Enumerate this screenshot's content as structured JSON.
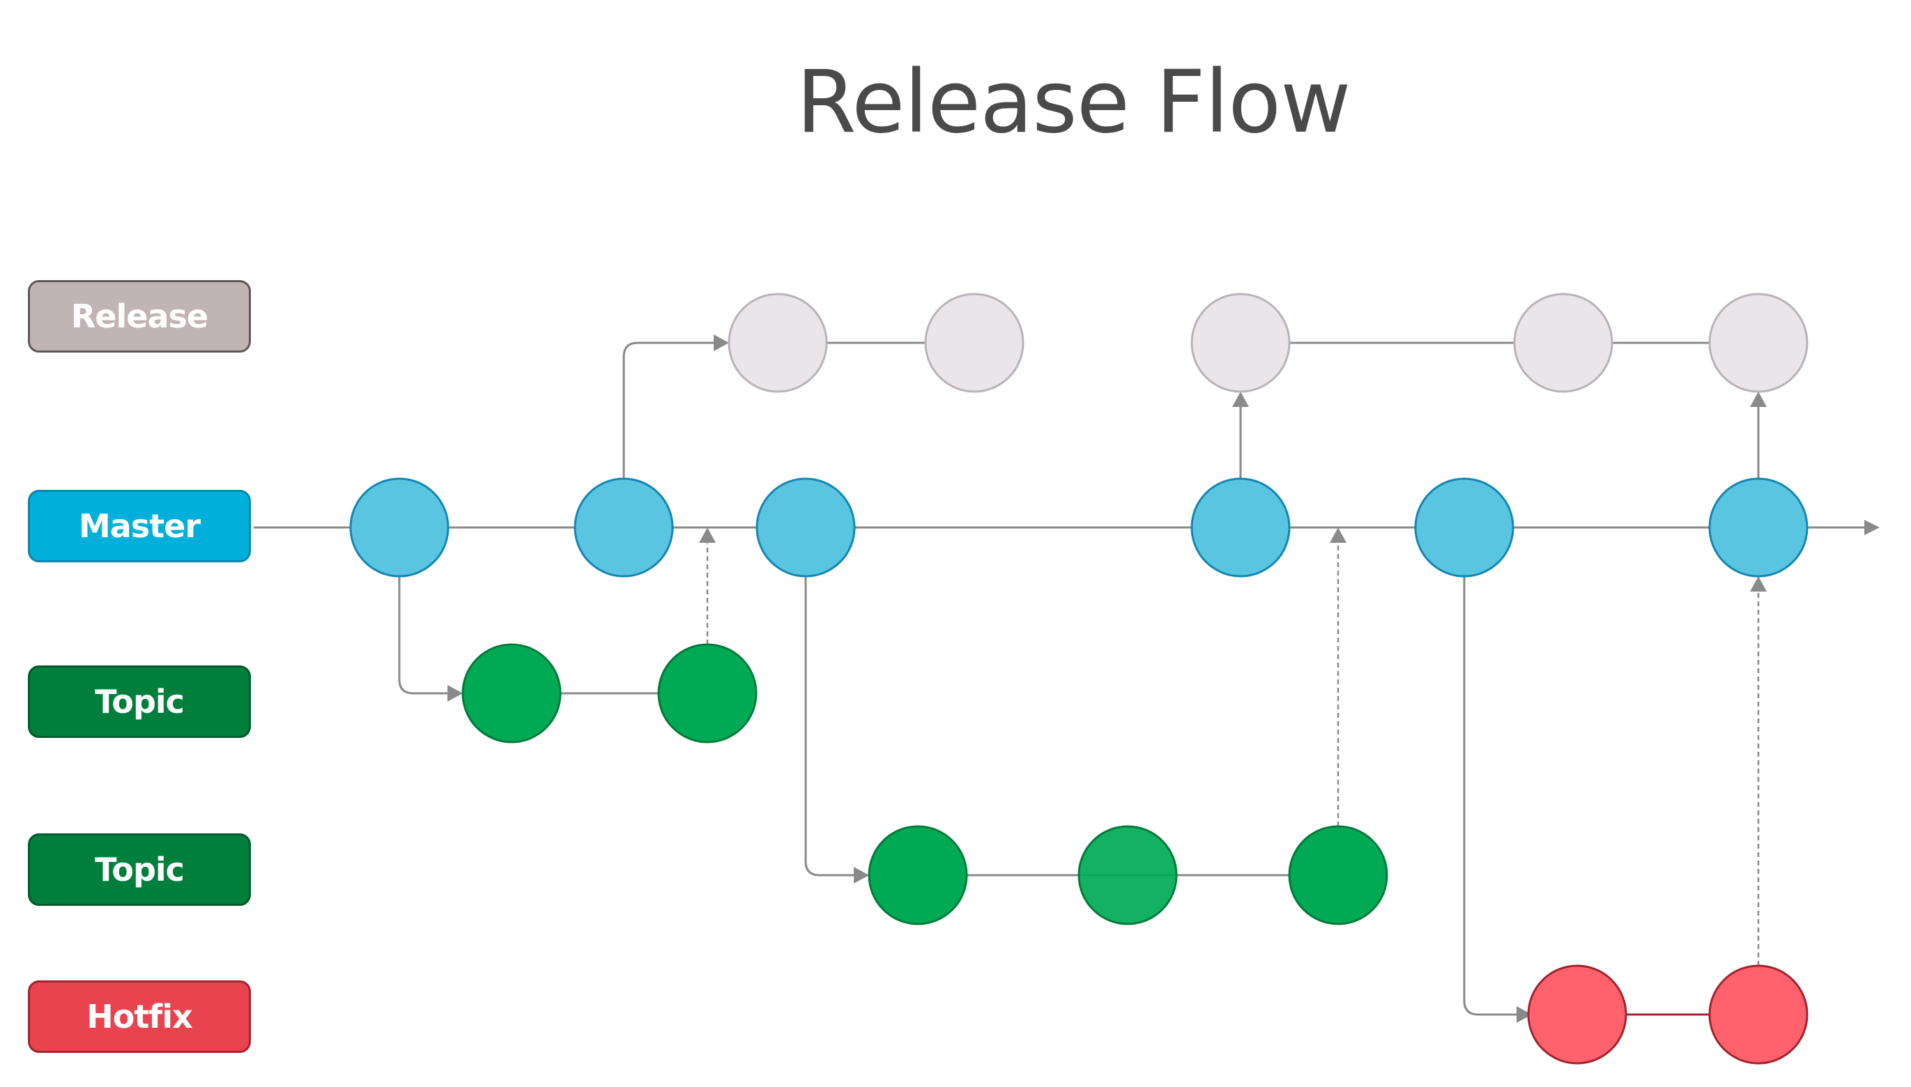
{
  "title": "Release Flow",
  "lanes": {
    "release": {
      "label": "Release",
      "fill": "#c1b4b4",
      "border": "#5f5757"
    },
    "master": {
      "label": "Master",
      "fill": "#00b0da",
      "border": "#0a84ab"
    },
    "topic1": {
      "label": "Topic",
      "fill": "#007f3c",
      "border": "#005a2a"
    },
    "topic2": {
      "label": "Topic",
      "fill": "#007f3c",
      "border": "#005a2a"
    },
    "hotfix": {
      "label": "Hotfix",
      "fill": "#e8434e",
      "border": "#a0242d"
    }
  },
  "node_colors": {
    "release": {
      "fill": "#e9e5e9",
      "stroke": "#b9b3b9"
    },
    "master": {
      "fill": "#5ac5e0",
      "stroke": "#1486b2"
    },
    "topic": {
      "fill": "#00aa55",
      "stroke": "#007b3a"
    },
    "hotfix": {
      "fill": "#ff616d",
      "stroke": "#a0242d"
    }
  },
  "line_color": "#8a8a8a",
  "hotfix_link_color": "#a0242d"
}
